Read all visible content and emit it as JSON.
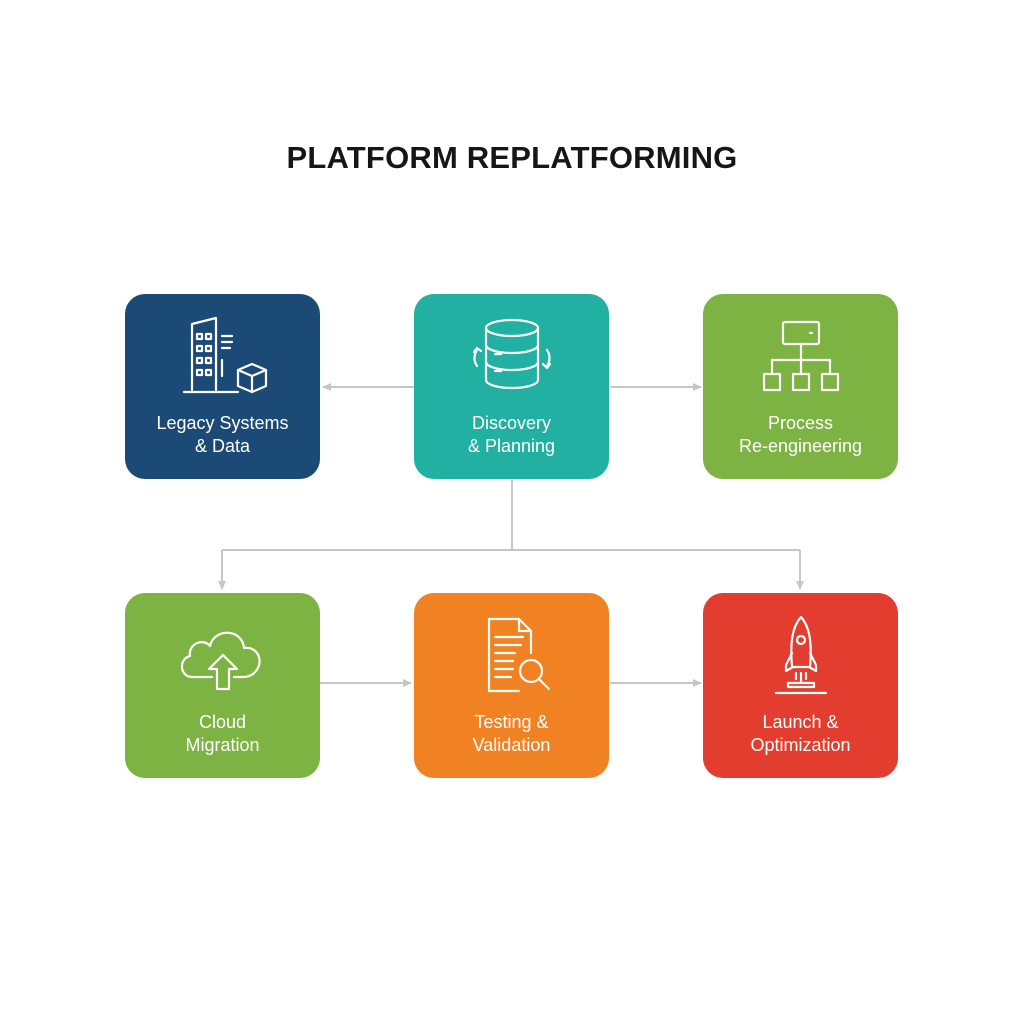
{
  "title": "PLATFORM REPLATFORMING",
  "colors": {
    "background": "#ffffff",
    "connector": "#c6c6c6",
    "navy": "#1c4a77",
    "teal": "#22b0a2",
    "green": "#7cb342",
    "orange": "#f08223",
    "red": "#e23d2e"
  },
  "nodes": [
    {
      "id": "legacy",
      "line1": "Legacy Systems",
      "line2": "& Data",
      "icon": "building-cube-icon",
      "color": "#1c4a77"
    },
    {
      "id": "discovery",
      "line1": "Discovery",
      "line2": "& Planning",
      "icon": "database-sync-icon",
      "color": "#22b0a2"
    },
    {
      "id": "process",
      "line1": "Process",
      "line2": "Re-engineering",
      "icon": "hierarchy-icon",
      "color": "#7cb342"
    },
    {
      "id": "cloud",
      "line1": "Cloud",
      "line2": "Migration",
      "icon": "cloud-upload-icon",
      "color": "#7cb342"
    },
    {
      "id": "testing",
      "line1": "Testing &",
      "line2": "Validation",
      "icon": "document-search-icon",
      "color": "#f08223"
    },
    {
      "id": "launch",
      "line1": "Launch &",
      "line2": "Optimization",
      "icon": "rocket-icon",
      "color": "#e23d2e"
    }
  ]
}
